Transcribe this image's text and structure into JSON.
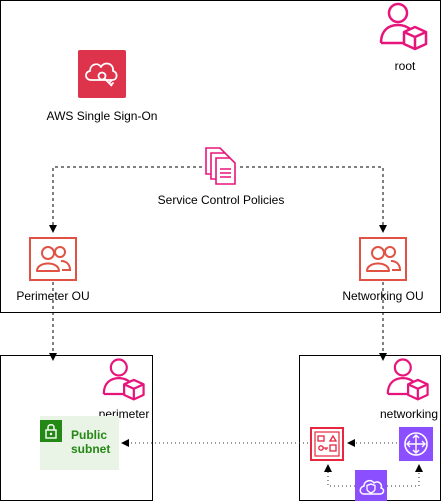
{
  "root_account": {
    "label": "root",
    "icon": "account-user-icon"
  },
  "sso": {
    "label": "AWS Single Sign-On",
    "icon": "sso-cloud-key-icon"
  },
  "scp": {
    "label": "Service Control Policies",
    "icon": "policy-documents-icon"
  },
  "ous": [
    {
      "label": "Perimeter OU",
      "icon": "organizational-unit-icon"
    },
    {
      "label": "Networking OU",
      "icon": "organizational-unit-icon"
    }
  ],
  "accounts": {
    "perimeter": {
      "label": "perimeter",
      "icon": "account-user-icon"
    },
    "networking": {
      "label": "networking",
      "icon": "account-user-icon"
    }
  },
  "subnet": {
    "label_line1": "Public",
    "label_line2": "subnet",
    "icon": "lock-icon"
  },
  "network_icons": [
    "network-firewall-icon",
    "transit-gateway-icon",
    "vpn-shield-cloud-icon"
  ],
  "colors": {
    "pink": "#E7157B",
    "salmon": "#E05243",
    "red_service": "#DD344C",
    "firewall_red": "#E7263F",
    "purple": "#8C4FFF",
    "green": "#248814",
    "subnet_bg": "#E9F3E6"
  }
}
